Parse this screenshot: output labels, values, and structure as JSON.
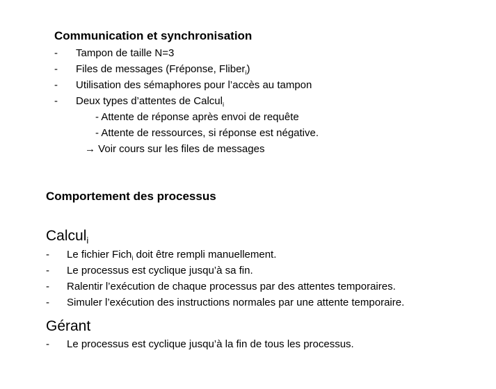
{
  "section1": {
    "title": "Communication et synchronisation",
    "bullets": [
      {
        "text": "Tampon de taille N=3"
      },
      {
        "text": "Files de messages (Fréponse, Fliber",
        "sub": "i",
        "after": ")"
      },
      {
        "text": "Utilisation des sémaphores pour l’accès au tampon"
      },
      {
        "text": "Deux types d’attentes de Calcul",
        "sub": "i",
        "after": ""
      }
    ],
    "sub_lines": [
      "- Attente de réponse après envoi de requête",
      "- Attente de ressources, si réponse est négative."
    ],
    "arrow": "→",
    "arrow_text": "Voir cours sur les files de messages"
  },
  "section2": {
    "title": "Comportement des processus"
  },
  "calcul": {
    "title": "Calcul",
    "title_sub": "i",
    "bullets": [
      {
        "text": "Le fichier Fich",
        "sub": "i",
        "after": " doit être rempli manuellement."
      },
      {
        "text": "Le processus est cyclique jusqu’à sa fin."
      },
      {
        "text": "Ralentir l’exécution de chaque processus par des attentes temporaires."
      },
      {
        "text": "Simuler l’exécution des instructions normales par une attente temporaire."
      }
    ]
  },
  "gerant": {
    "title": "Gérant",
    "bullets": [
      {
        "text": "Le processus est cyclique jusqu’à la fin de tous les processus."
      }
    ]
  },
  "dash": "-"
}
